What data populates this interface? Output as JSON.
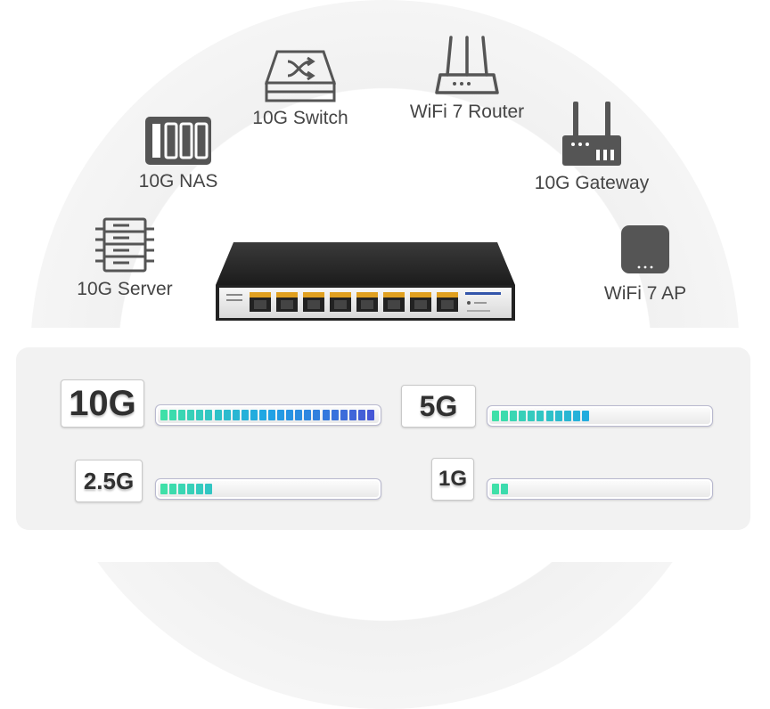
{
  "devices": {
    "server": "10G Server",
    "nas": "10G NAS",
    "switch": "10G Switch",
    "router": "WiFi 7 Router",
    "gateway": "10G Gateway",
    "ap": "WiFi 7 AP"
  },
  "speeds": [
    {
      "label": "10G",
      "level": 1.0
    },
    {
      "label": "5G",
      "level": 0.45
    },
    {
      "label": "2.5G",
      "level": 0.25
    },
    {
      "label": "1G",
      "level": 0.08
    }
  ],
  "colors": {
    "grad_start": "#3fe0a8",
    "grad_mid": "#1fa4e6",
    "grad_end": "#4658d6",
    "icon": "#555555"
  }
}
